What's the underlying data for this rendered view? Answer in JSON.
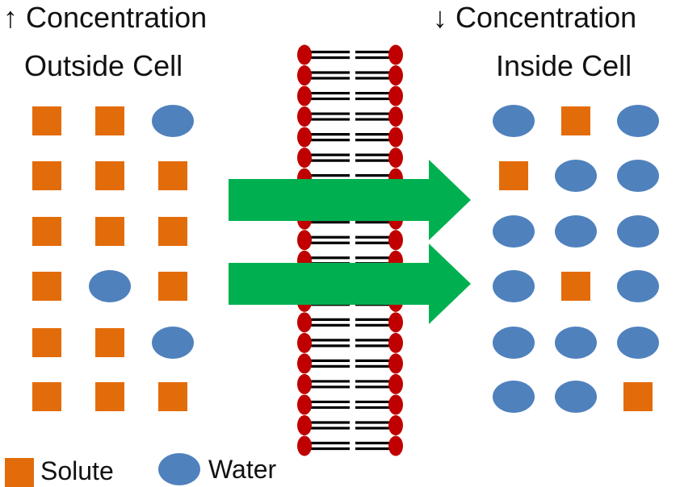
{
  "labels": {
    "left_heading_line1": "↑ Concentration",
    "left_heading_line2": "Outside Cell",
    "right_heading_line1": "↓ Concentration",
    "right_heading_line2": "Inside Cell"
  },
  "legend": {
    "solute_label": "Solute",
    "water_label": "Water"
  },
  "colors": {
    "solute": "#E36C0A",
    "water": "#4F81BD",
    "arrow": "#00B050",
    "phospholipid_head": "#C00000",
    "lipid_tail": "#000000"
  },
  "outside_cell_grid": [
    [
      "solute",
      "solute",
      "water"
    ],
    [
      "solute",
      "solute",
      "solute"
    ],
    [
      "solute",
      "solute",
      "solute"
    ],
    [
      "solute",
      "water",
      "solute"
    ],
    [
      "solute",
      "solute",
      "water"
    ],
    [
      "solute",
      "solute",
      "solute"
    ]
  ],
  "inside_cell_grid": [
    [
      "water",
      "solute",
      "water"
    ],
    [
      "solute",
      "water",
      "water"
    ],
    [
      "water",
      "water",
      "water"
    ],
    [
      "water",
      "solute",
      "water"
    ],
    [
      "water",
      "water",
      "water"
    ],
    [
      "water",
      "water",
      "solute"
    ]
  ],
  "membrane": {
    "phospholipid_pairs": 20
  },
  "arrows": {
    "count": 2,
    "direction": "right"
  }
}
